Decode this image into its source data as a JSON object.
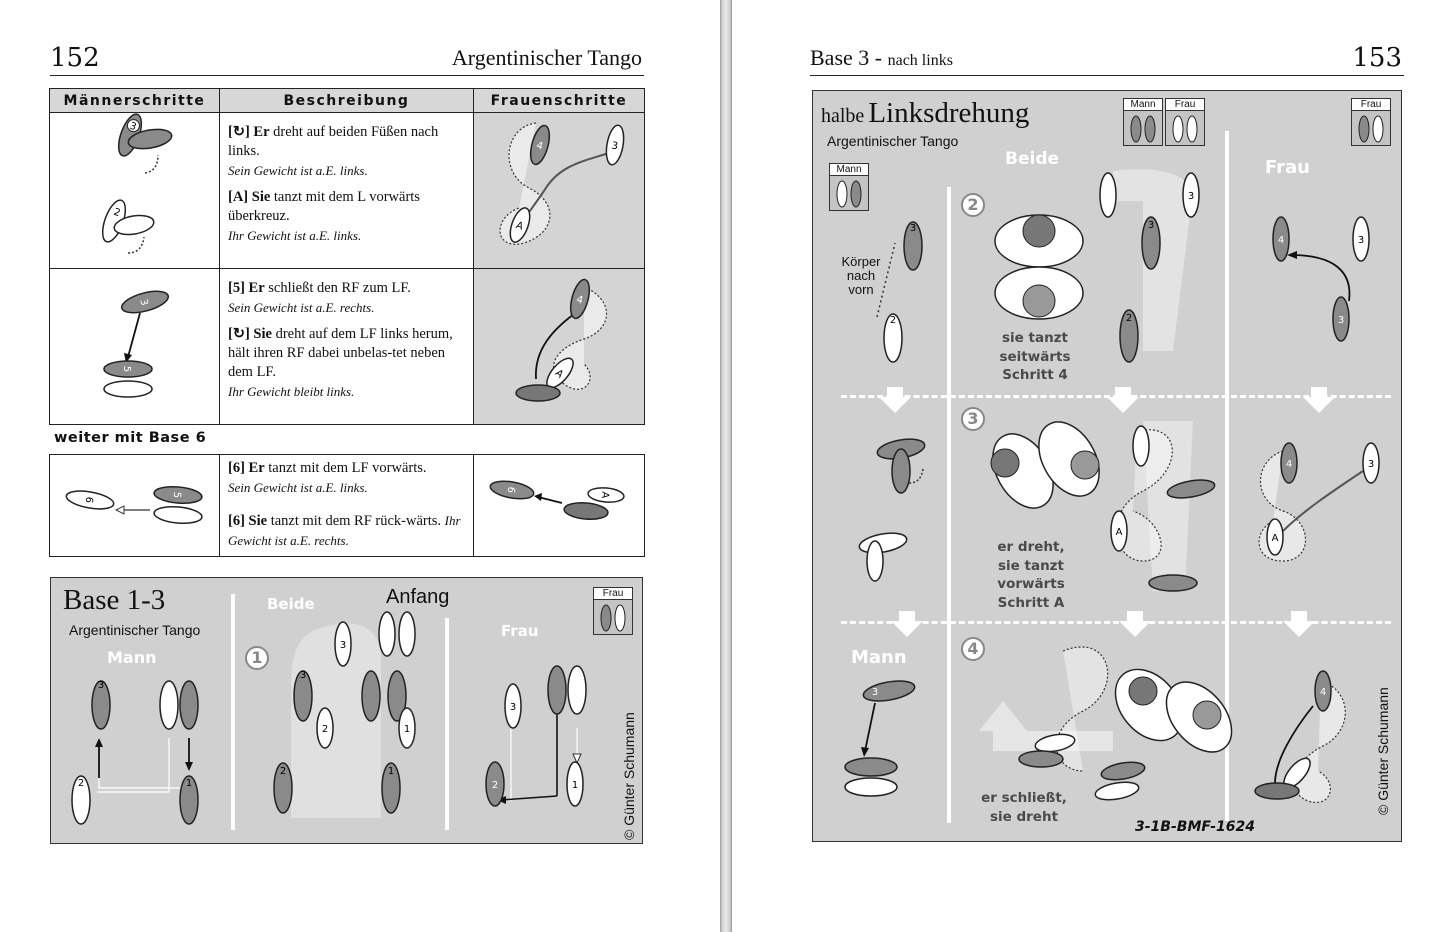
{
  "left_page": {
    "page_number": "152",
    "running_title": "Argentinischer Tango",
    "table": {
      "headers": [
        "Männerschritte",
        "Beschreibung",
        "Frauenschritte"
      ],
      "rows": [
        {
          "paras": [
            {
              "tag": "[↻]",
              "who": "Er",
              "text": " dreht auf beiden Füßen nach links.",
              "weight": "Sein Gewicht ist a.E. links."
            },
            {
              "tag": "[A]",
              "who": "Sie",
              "text": " tanzt mit dem L vorwärts überkreuz.",
              "weight": "Ihr Gewicht ist a.E. links."
            }
          ]
        },
        {
          "paras": [
            {
              "tag": "[5]",
              "who": "Er",
              "text": " schließt den RF zum LF.",
              "weight": "Sein Gewicht ist a.E. rechts."
            },
            {
              "tag": "[↻]",
              "who": "Sie",
              "text": " dreht auf dem LF links herum, hält ihren RF dabei unbelas-tet neben dem LF.",
              "weight": "Ihr Gewicht bleibt links."
            }
          ]
        }
      ]
    },
    "continue_label": "weiter mit Base 6",
    "table2": {
      "paras": [
        {
          "tag": "[6]",
          "who": "Er",
          "text": " tanzt mit dem LF vorwärts.",
          "weight": "Sein Gewicht ist a.E. links."
        },
        {
          "tag": "[6]",
          "who": "Sie",
          "text": " tanzt mit dem RF rück-wärts.",
          "weight": "Ihr Gewicht ist a.E. rechts."
        }
      ]
    },
    "base_panel": {
      "title": "Base 1-3",
      "subtitle": "Argentinischer Tango",
      "mann": "Mann",
      "beide": "Beide",
      "anfang": "Anfang",
      "frau": "Frau",
      "mini_label": "Frau",
      "step_one": "1",
      "copyright": "© Günter Schumann"
    }
  },
  "right_page": {
    "page_number": "153",
    "running_title": "Base 3 -",
    "running_subtitle": "nach links",
    "panel": {
      "title_small": "halbe",
      "title_big": "Linksdrehung",
      "subtitle": "Argentinischer Tango",
      "mini_labels": [
        "Mann",
        "Frau",
        "Frau",
        "Mann"
      ],
      "beide": "Beide",
      "frau": "Frau",
      "mann": "Mann",
      "koerper": [
        "Körper",
        "nach",
        "vorn"
      ],
      "step_numbers": [
        "2",
        "3",
        "4"
      ],
      "captions": [
        [
          "sie tanzt",
          "seitwärts",
          "Schritt 4"
        ],
        [
          "er dreht,",
          "sie tanzt",
          "vorwärts",
          "Schritt A"
        ],
        [
          "er schließt,",
          "sie dreht"
        ]
      ],
      "code": "3-1B-BMF-1624",
      "copyright": "© Günter Schumann"
    }
  }
}
